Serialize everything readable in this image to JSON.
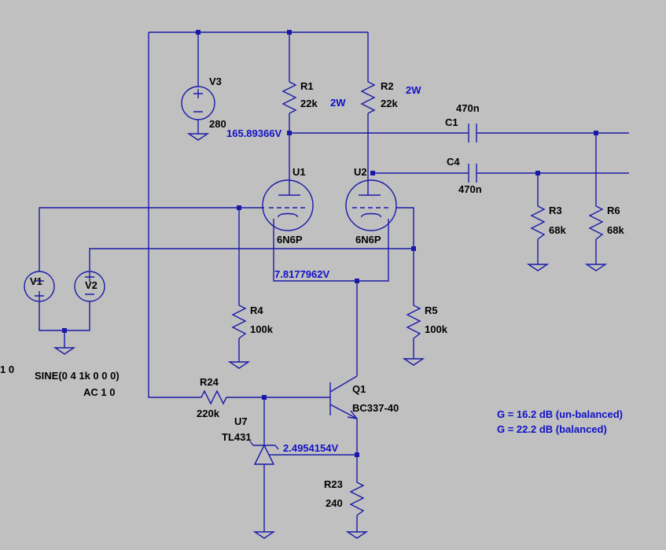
{
  "colors": {
    "background": "#c0c0c0",
    "wire": "#1a1aa8",
    "annotation": "#1010c8",
    "label": "#000000"
  },
  "components": {
    "v3": {
      "name": "V3",
      "value": "280"
    },
    "r1": {
      "name": "R1",
      "value": "22k",
      "rating": "2W"
    },
    "r2": {
      "name": "R2",
      "value": "22k",
      "rating": "2W"
    },
    "c1": {
      "name": "C1",
      "value": "470n"
    },
    "c4": {
      "name": "C4",
      "value": "470n"
    },
    "u1": {
      "name": "U1",
      "value": "6N6P"
    },
    "u2": {
      "name": "U2",
      "value": "6N6P"
    },
    "r3": {
      "name": "R3",
      "value": "68k"
    },
    "r6": {
      "name": "R6",
      "value": "68k"
    },
    "v1": {
      "name": "V1"
    },
    "v2": {
      "name": "V2"
    },
    "r4": {
      "name": "R4",
      "value": "100k"
    },
    "r5": {
      "name": "R5",
      "value": "100k"
    },
    "q1": {
      "name": "Q1",
      "value": "BC337-40"
    },
    "r24": {
      "name": "R24",
      "value": "220k"
    },
    "u7": {
      "name": "U7",
      "value": "TL431"
    },
    "r23": {
      "name": "R23",
      "value": "240"
    }
  },
  "source_spec": {
    "line1": "SINE(0 4 1k 0 0 0)",
    "line2": "AC 1 0",
    "cut_text": "1 0"
  },
  "node_voltages": {
    "anode_u1": "165.89366V",
    "cathode": "7.8177962V",
    "reference": "2.4954154V"
  },
  "notes": {
    "gain_unbalanced": "G = 16.2 dB (un-balanced)",
    "gain_balanced": "G = 22.2 dB (balanced)"
  }
}
